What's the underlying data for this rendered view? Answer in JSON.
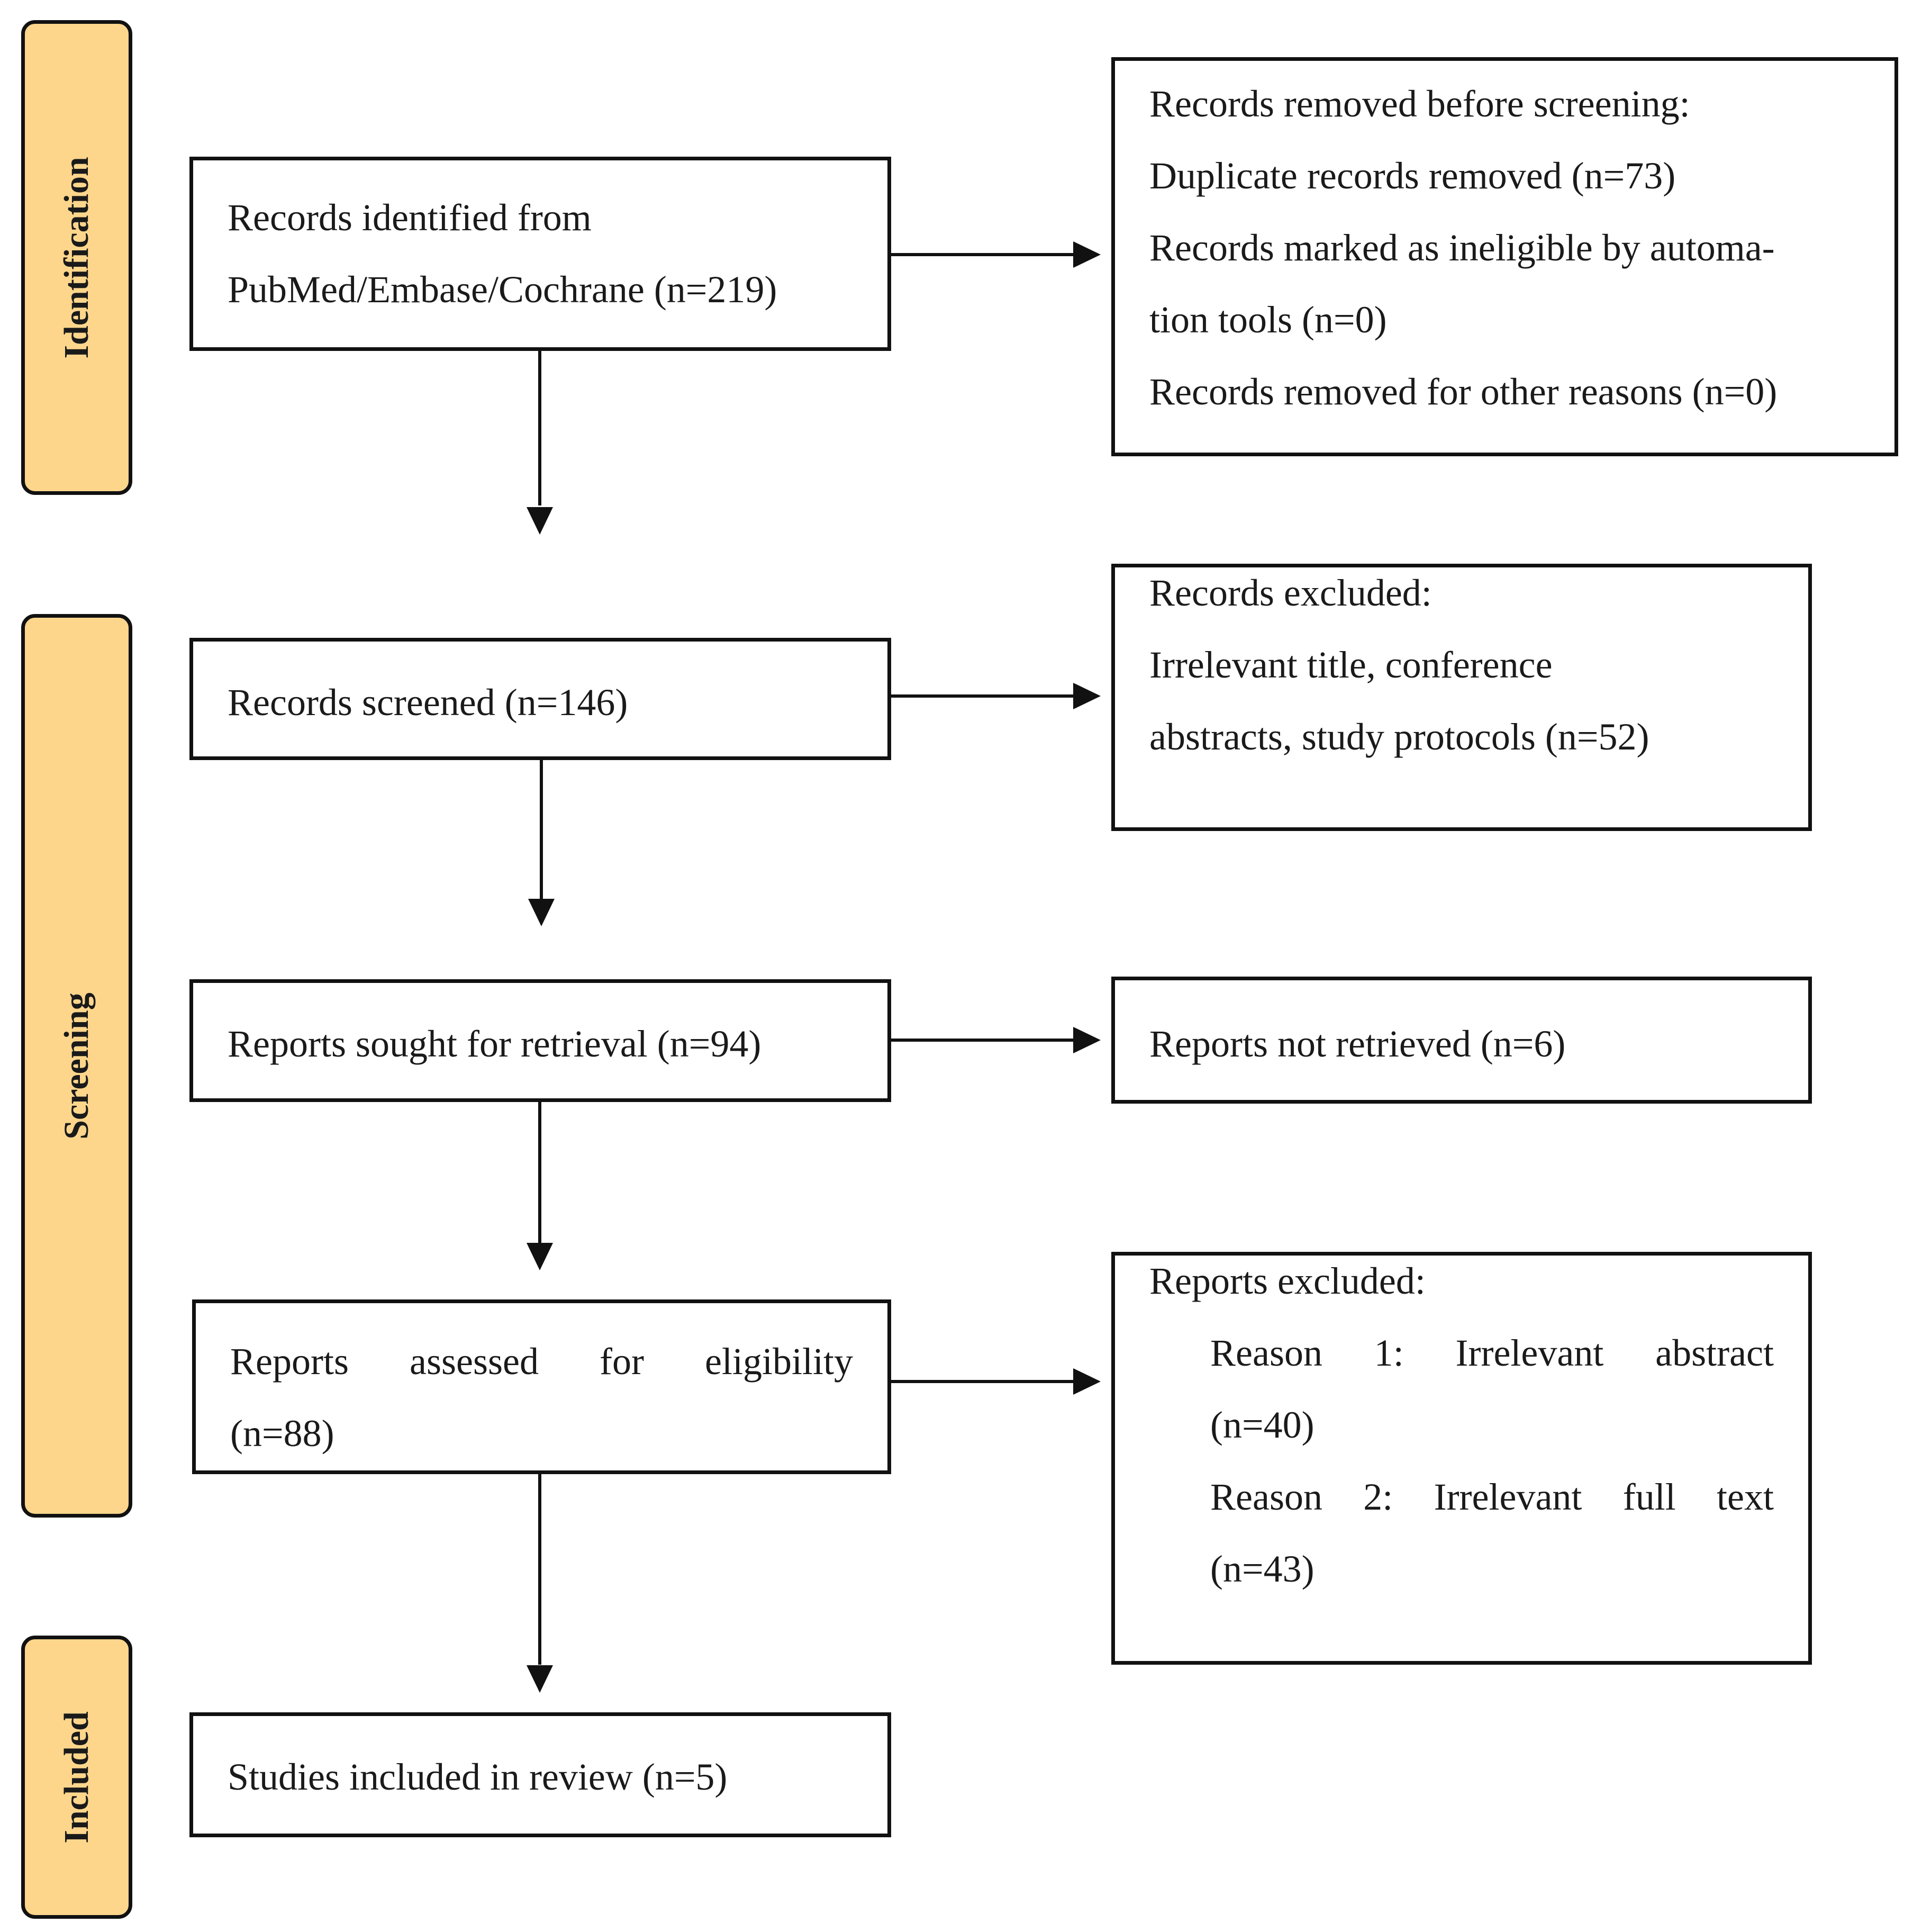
{
  "phases": {
    "identification": "Identification",
    "screening": "Screening",
    "included": "Included"
  },
  "boxes": {
    "records_identified": [
      "Records identified from",
      "PubMed/Embase/Cochrane (n=219)"
    ],
    "records_removed": {
      "heading": "Records removed before screening:",
      "lines": [
        "Duplicate records removed (n=73)",
        "Records marked as ineligible by automa-",
        "tion tools (n=0)",
        "Records removed for other reasons (n=0)"
      ]
    },
    "records_screened": "Records screened (n=146)",
    "records_excluded": {
      "heading": "Records excluded:",
      "lines": [
        "Irrelevant title, conference",
        "abstracts, study protocols (n=52)"
      ]
    },
    "reports_sought": "Reports sought for retrieval (n=94)",
    "reports_not_retrieved": "Reports not retrieved (n=6)",
    "reports_assessed": [
      "Reports assessed for eligibility",
      "(n=88)"
    ],
    "reports_excluded": {
      "heading": "Reports excluded:",
      "reasons": [
        [
          "Reason 1: Irrelevant abstract",
          "(n=40)"
        ],
        [
          "Reason 2: Irrelevant full text",
          "(n=43)"
        ]
      ]
    },
    "studies_included": "Studies included in review (n=5)"
  },
  "colors": {
    "phase_fill": "#fdd68c",
    "stroke": "#111111"
  }
}
